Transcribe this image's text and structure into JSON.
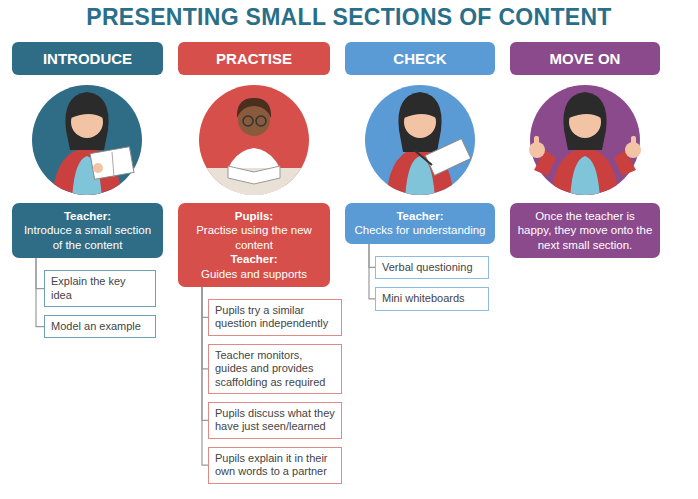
{
  "diagram": {
    "title": "PRESENTING SMALL SECTIONS OF CONTENT",
    "nodes": [
      {
        "text": [
          "INTRODUCE"
        ]
      },
      {
        "text": [
          "PRACTISE"
        ]
      },
      {
        "text": [
          "CHECK"
        ]
      },
      {
        "text": [
          "MOVE ON"
        ]
      },
      {
        "text": [
          "Teacher:",
          "Introduce a small section of the content"
        ]
      },
      {
        "text": [
          "Pupils:",
          "Practise using the new content",
          "Teacher:",
          "Guides and supports"
        ]
      },
      {
        "text": [
          "Teacher:",
          "Checks for understanding"
        ]
      },
      {
        "text": [
          "Once the teacher is happy, they move onto the next small section."
        ]
      },
      {
        "text": [
          "Explain the key idea"
        ]
      },
      {
        "text": [
          "Model an example"
        ]
      },
      {
        "text": [
          "Pupils try a similar question independently"
        ]
      },
      {
        "text": [
          "Teacher monitors, guides and provides scaffolding as required"
        ]
      },
      {
        "text": [
          "Pupils discuss what they have just seen/learned"
        ]
      },
      {
        "text": [
          "Pupils explain it in their own words to a partner"
        ]
      },
      {
        "text": [
          "Verbal questioning"
        ]
      },
      {
        "text": [
          "Mini whiteboards"
        ]
      }
    ],
    "edges": [
      {
        "from": 4,
        "to": 8,
        "arrow": "none"
      },
      {
        "from": 4,
        "to": 9,
        "arrow": "none"
      },
      {
        "from": 5,
        "to": 10,
        "arrow": "none"
      },
      {
        "from": 5,
        "to": 11,
        "arrow": "none"
      },
      {
        "from": 5,
        "to": 12,
        "arrow": "none"
      },
      {
        "from": 5,
        "to": 13,
        "arrow": "none"
      },
      {
        "from": 6,
        "to": 14,
        "arrow": "none"
      },
      {
        "from": 6,
        "to": 15,
        "arrow": "none"
      }
    ]
  }
}
